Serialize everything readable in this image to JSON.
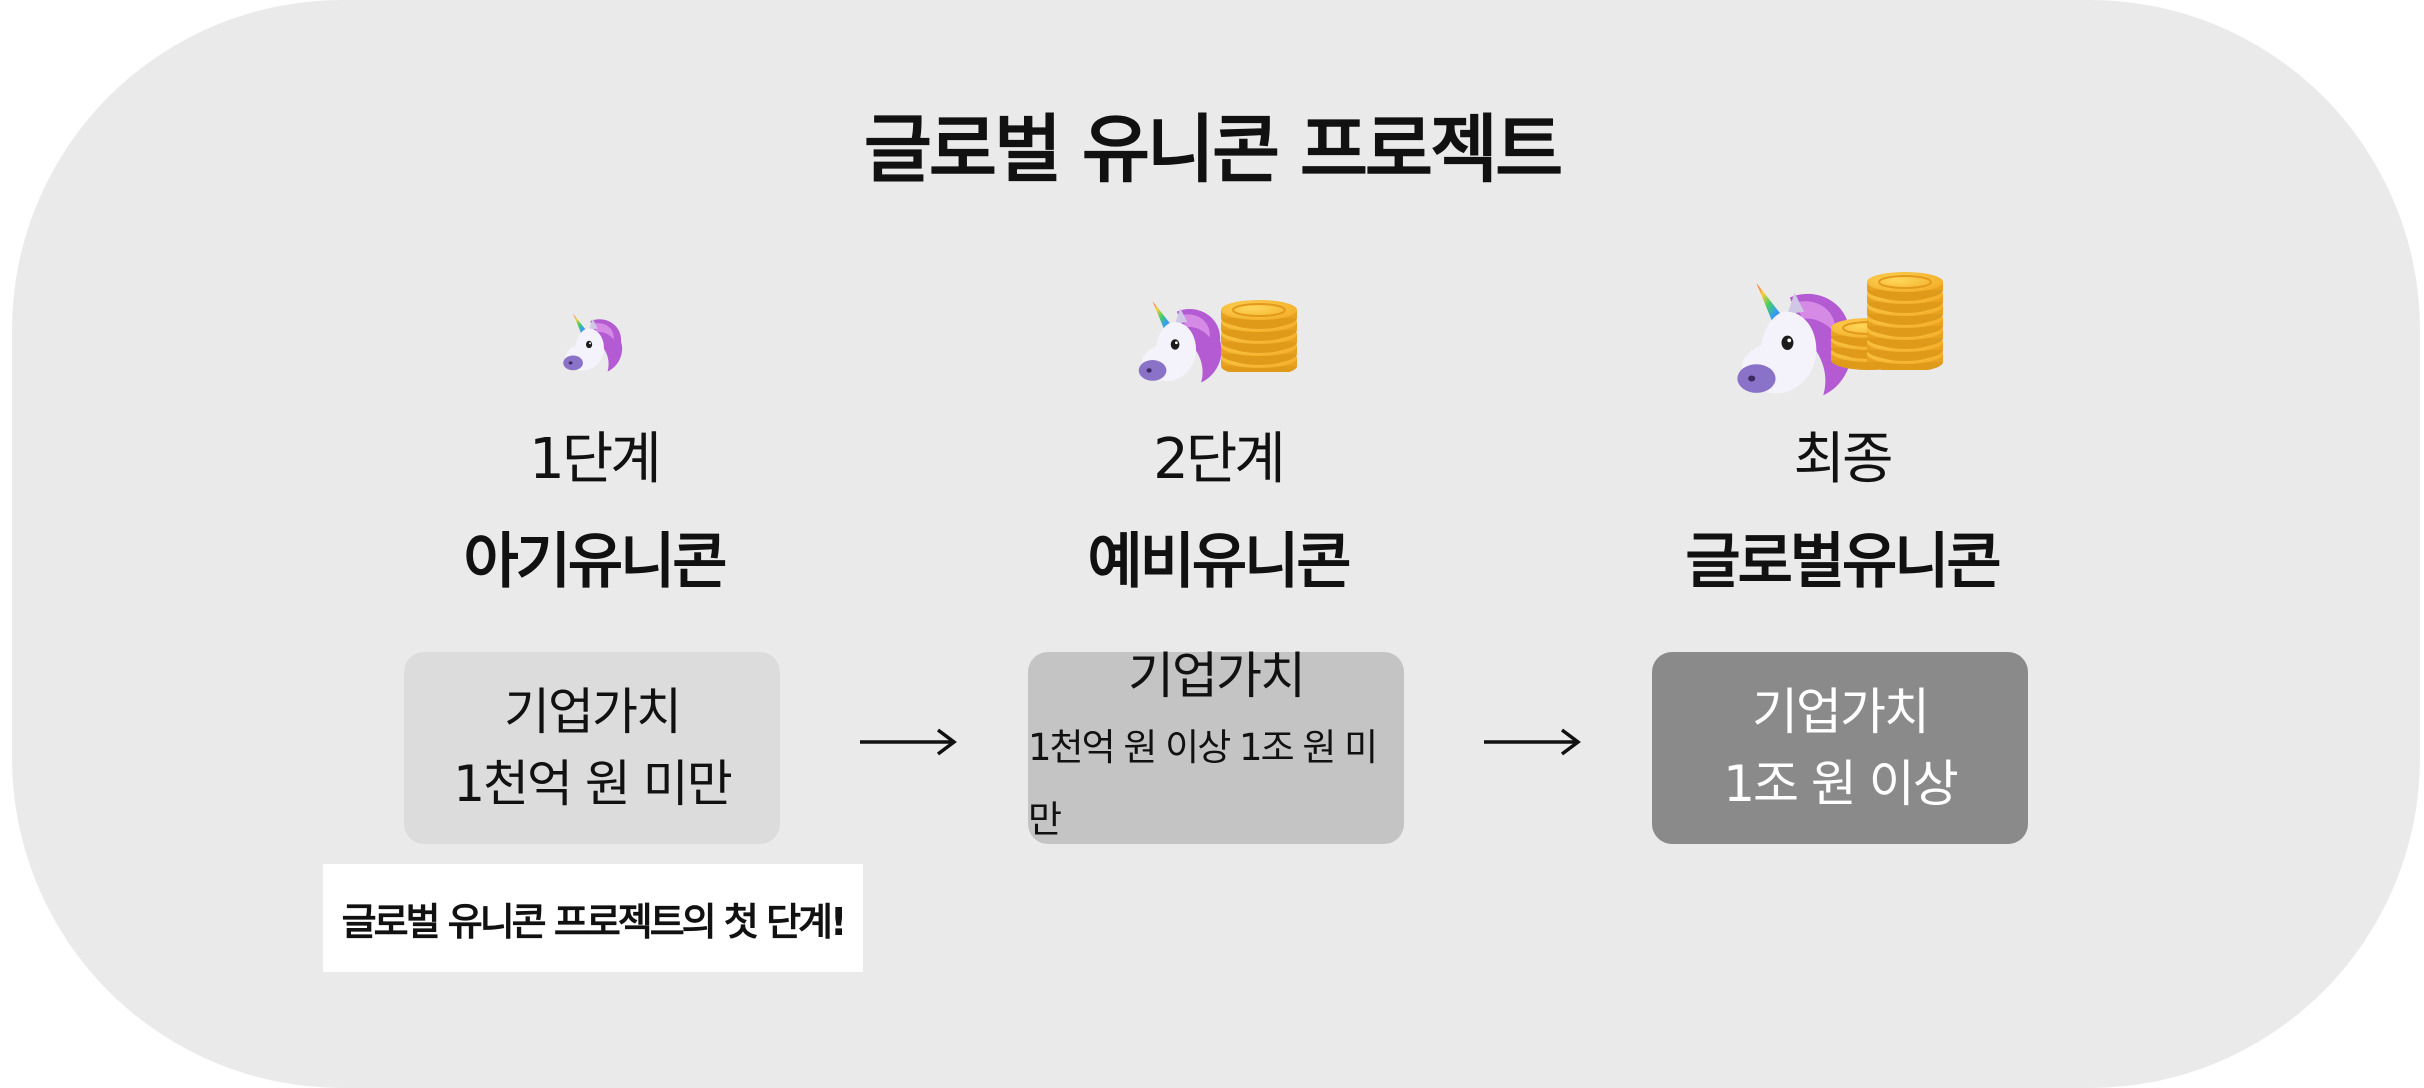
{
  "title": "글로벌 유니콘 프로젝트",
  "stages": [
    {
      "step": "1단계",
      "name": "아기유니콘",
      "box_line1": "기업가치",
      "box_line2": "1천억 원 미만",
      "box_color": "#dcdcdc",
      "box_text_color": "#111111",
      "icons": [
        "unicorn-icon"
      ]
    },
    {
      "step": "2단계",
      "name": "예비유니콘",
      "box_line1": "기업가치",
      "box_line2": "1천억 원 이상 1조 원 미만",
      "box_color": "#c4c4c4",
      "box_text_color": "#111111",
      "icons": [
        "unicorn-icon",
        "coins-icon"
      ]
    },
    {
      "step": "최종",
      "name": "글로벌유니콘",
      "box_line1": "기업가치",
      "box_line2": "1조 원 이상",
      "box_color": "#8a8a8a",
      "box_text_color": "#ffffff",
      "icons": [
        "unicorn-icon",
        "coins-icon"
      ]
    }
  ],
  "note": "글로벌 유니콘 프로젝트의 첫 단계!",
  "colors": {
    "panel": "#eaeaea",
    "unicorn_mane": "#b45ad2",
    "coin": "#f5b42a"
  }
}
